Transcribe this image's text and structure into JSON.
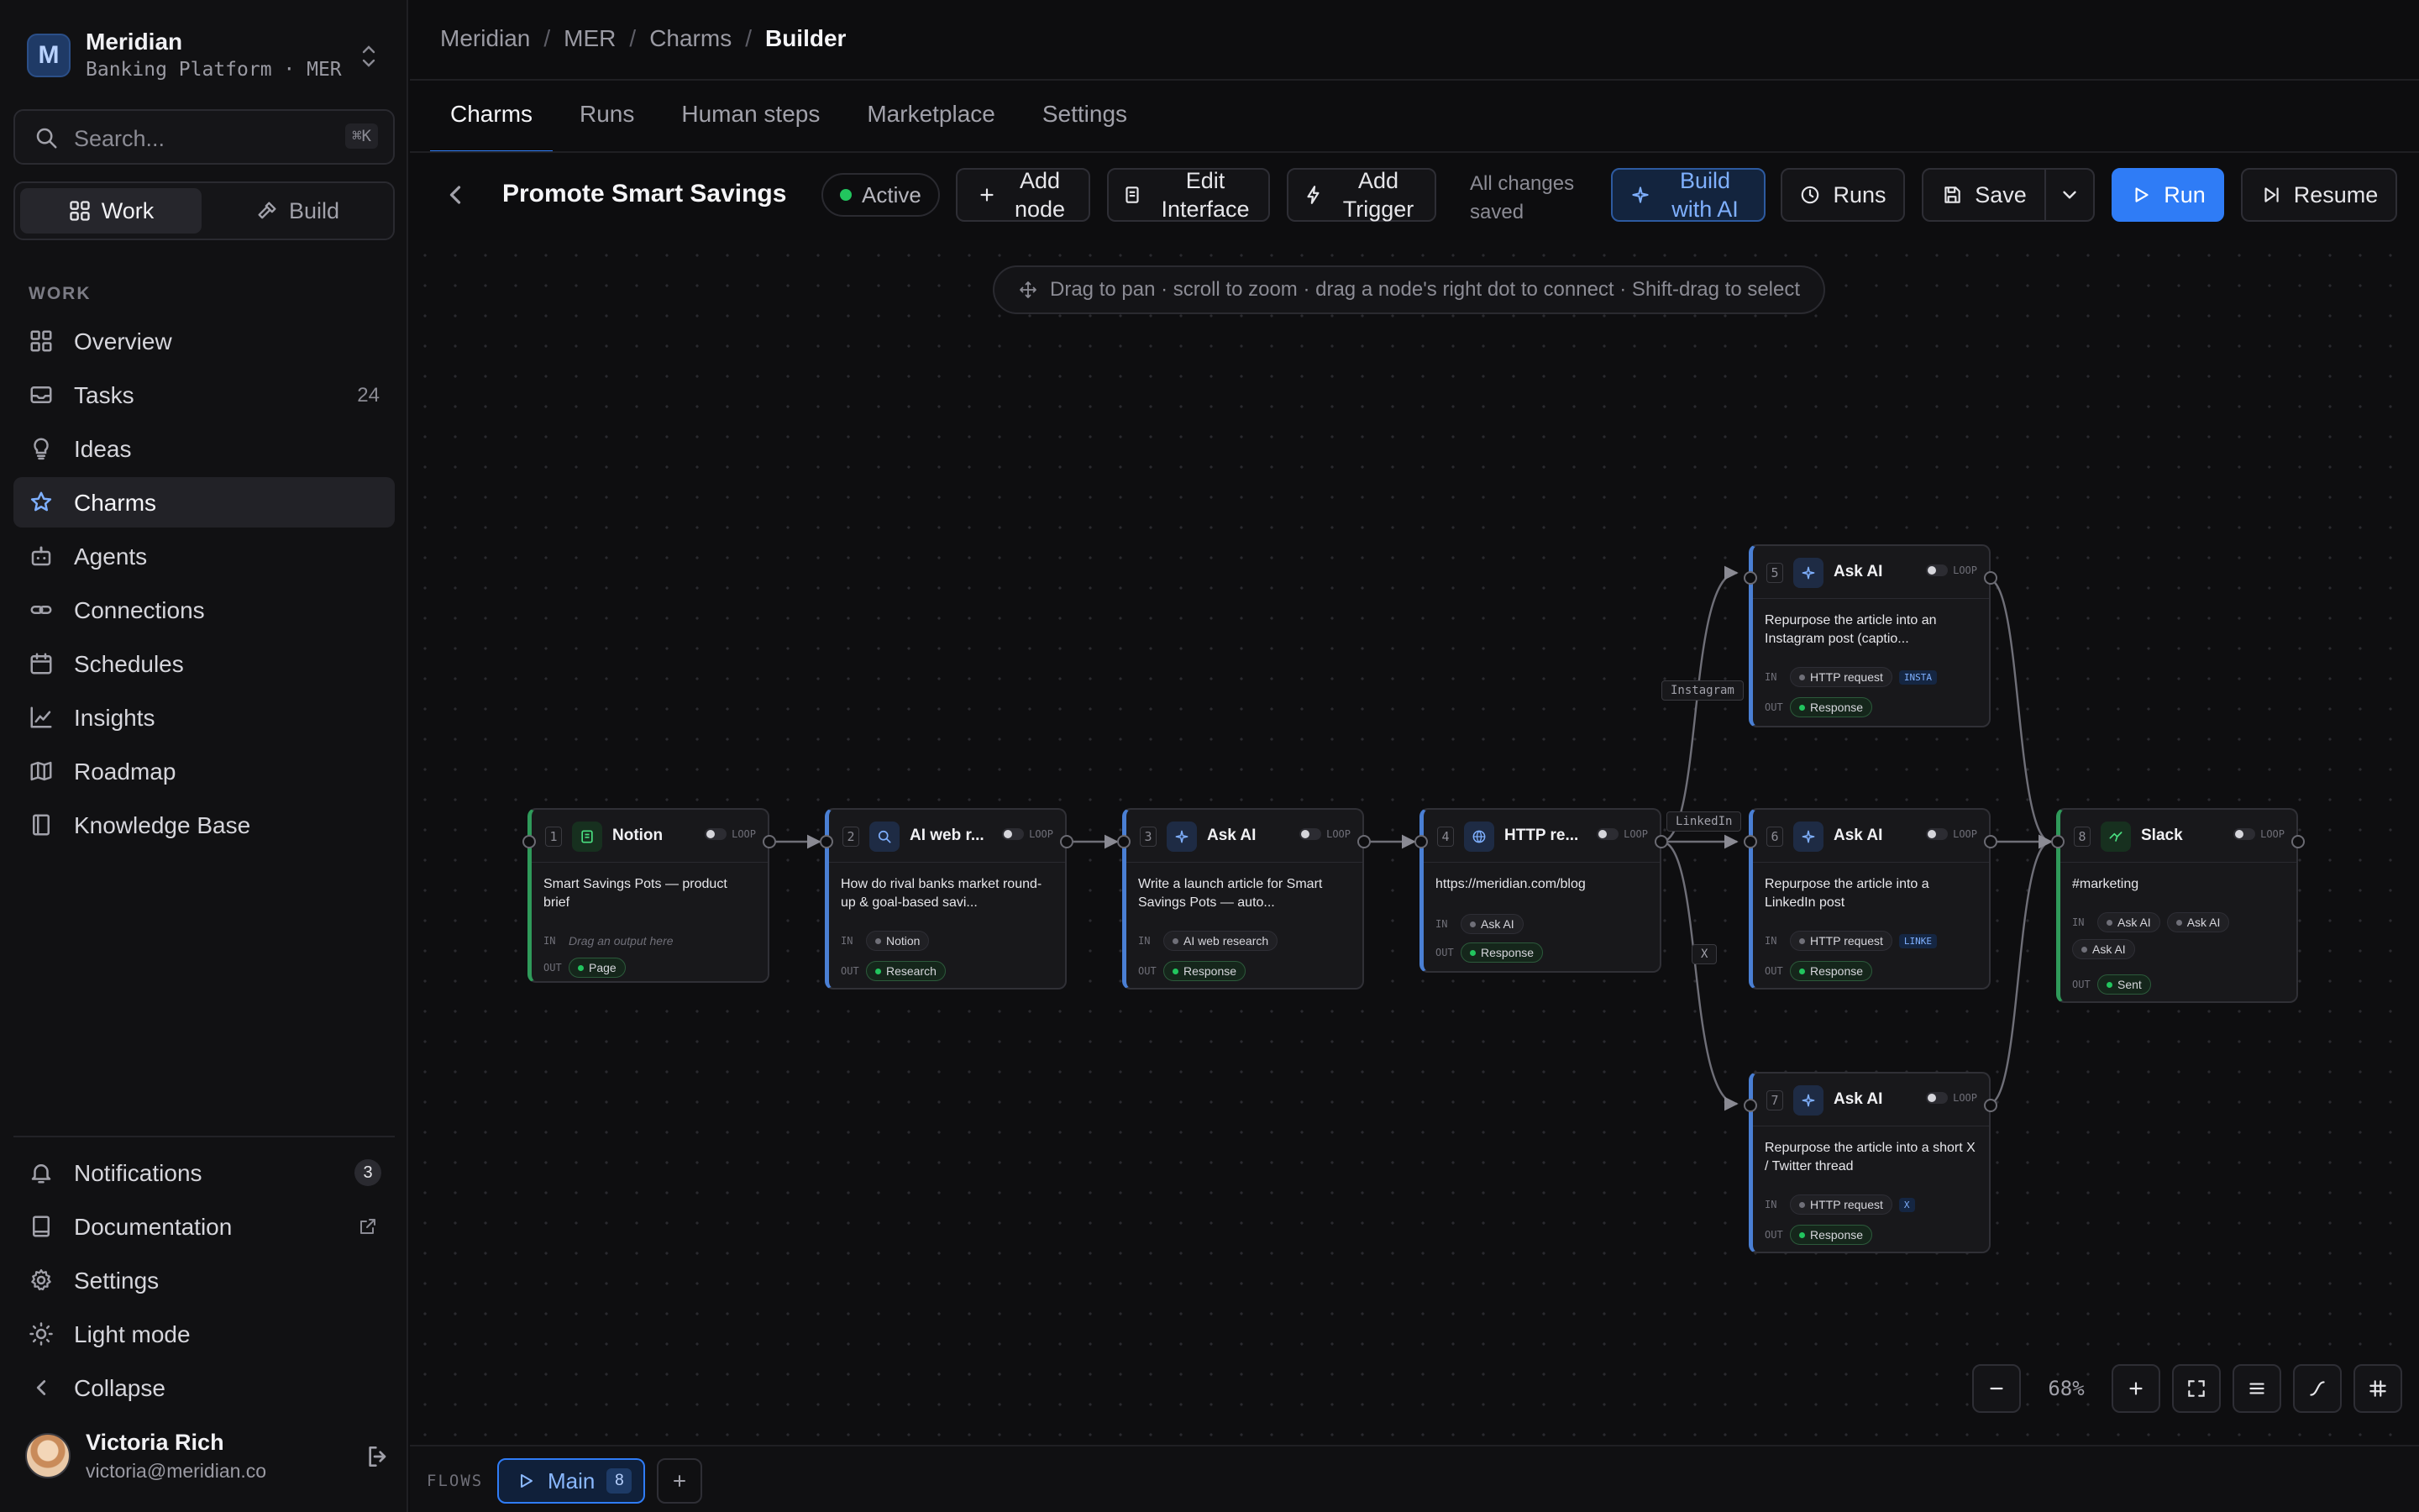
{
  "workspace": {
    "initial": "M",
    "name": "Meridian",
    "subtitle": "Banking Platform · MER"
  },
  "search": {
    "placeholder": "Search...",
    "shortcut": "⌘K"
  },
  "mode_switch": {
    "work": "Work",
    "build": "Build",
    "selected": "Work"
  },
  "sidebar": {
    "section": "WORK",
    "items": [
      {
        "label": "Overview",
        "icon": "grid-icon"
      },
      {
        "label": "Tasks",
        "icon": "inbox-icon",
        "count": "24"
      },
      {
        "label": "Ideas",
        "icon": "lightbulb-icon"
      },
      {
        "label": "Charms",
        "icon": "star-icon",
        "active": true
      },
      {
        "label": "Agents",
        "icon": "bot-icon"
      },
      {
        "label": "Connections",
        "icon": "link-icon"
      },
      {
        "label": "Schedules",
        "icon": "calendar-icon"
      },
      {
        "label": "Insights",
        "icon": "chart-icon"
      },
      {
        "label": "Roadmap",
        "icon": "roadmap-icon"
      },
      {
        "label": "Knowledge Base",
        "icon": "book-icon"
      }
    ],
    "bottom": [
      {
        "label": "Notifications",
        "icon": "bell-icon",
        "badge": "3"
      },
      {
        "label": "Documentation",
        "icon": "book-icon"
      },
      {
        "label": "Settings",
        "icon": "gear-icon"
      },
      {
        "label": "Light mode",
        "icon": "sun-icon"
      },
      {
        "label": "Collapse",
        "icon": "chevron-left-icon"
      }
    ]
  },
  "user": {
    "name": "Victoria Rich",
    "email": "victoria@meridian.co"
  },
  "breadcrumb": [
    "Meridian",
    "MER",
    "Charms",
    "Builder"
  ],
  "tabs": [
    "Charms",
    "Runs",
    "Human steps",
    "Marketplace",
    "Settings"
  ],
  "toolbar": {
    "title": "Promote Smart Savings Pots",
    "status": "Active",
    "add_node": "Add node",
    "edit_interface": "Edit Interface",
    "add_trigger": "Add Trigger",
    "saved": "All changes saved",
    "build_ai": "Build with AI",
    "runs": "Runs",
    "save": "Save",
    "run": "Run",
    "resume": "Resume"
  },
  "canvas": {
    "hint": "Drag to pan · scroll to zoom · drag a node's right dot to connect · Shift-drag to select",
    "loop_label": "LOOP",
    "in_label": "IN",
    "out_label": "OUT",
    "nodes": [
      {
        "num": "1",
        "name": "Notion",
        "body": "Smart Savings Pots — product brief",
        "in_hint": "Drag an output here",
        "out": "Page"
      },
      {
        "num": "2",
        "name": "AI web r...",
        "body": "How do rival banks market round-up & goal-based savi...",
        "in": [
          "Notion"
        ],
        "out": "Research"
      },
      {
        "num": "3",
        "name": "Ask AI",
        "body": "Write a launch article for Smart Savings Pots — auto...",
        "in": [
          "AI web research"
        ],
        "out": "Response"
      },
      {
        "num": "4",
        "name": "HTTP re...",
        "body": "https://meridian.com/blog",
        "in": [
          "Ask AI"
        ],
        "out": "Response"
      },
      {
        "num": "5",
        "name": "Ask AI",
        "body": "Repurpose the article into an Instagram post (captio...",
        "in": [
          "HTTP request"
        ],
        "tag": "INSTA",
        "out": "Response"
      },
      {
        "num": "6",
        "name": "Ask AI",
        "body": "Repurpose the article into a LinkedIn post",
        "in": [
          "HTTP request"
        ],
        "tag": "LINKE",
        "out": "Response"
      },
      {
        "num": "7",
        "name": "Ask AI",
        "body": "Repurpose the article into a short X / Twitter thread",
        "in": [
          "HTTP request"
        ],
        "tag": "X",
        "out": "Response"
      },
      {
        "num": "8",
        "name": "Slack",
        "body": "#marketing",
        "in": [
          "Ask AI",
          "Ask AI",
          "Ask AI"
        ],
        "out": "Sent"
      }
    ],
    "edge_labels": [
      "Instagram",
      "LinkedIn",
      "X"
    ],
    "zoom": "68%"
  },
  "flows": {
    "label": "FLOWS",
    "tab": "Main",
    "count": "8"
  }
}
